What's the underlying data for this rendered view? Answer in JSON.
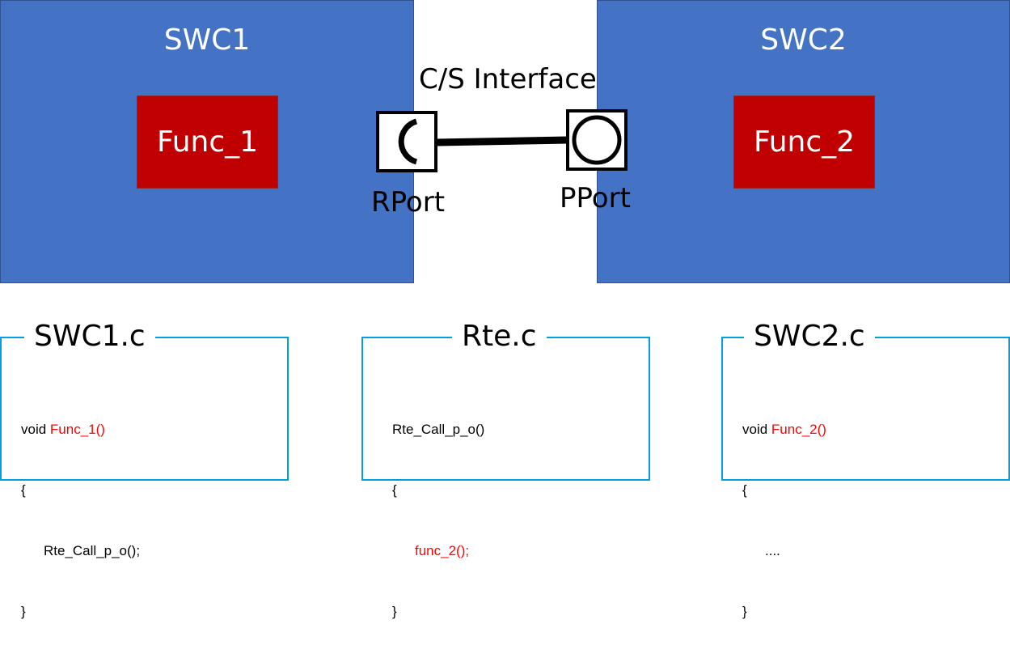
{
  "swc1": {
    "title": "SWC1",
    "func": "Func_1"
  },
  "swc2": {
    "title": "SWC2",
    "func": "Func_2"
  },
  "interface_label": "C/S Interface",
  "rport_label": "RPort",
  "pport_label": "PPort",
  "code_boxes": {
    "swc1": {
      "title": "SWC1.c",
      "l1_prefix": "void ",
      "l1_func": "Func_1()",
      "l2": "{",
      "l3": "Rte_Call_p_o();",
      "l4": "}"
    },
    "rte": {
      "title": "Rte.c",
      "l1": "Rte_Call_p_o()",
      "l2": "{",
      "l3": "func_2();",
      "l4": "}"
    },
    "swc2": {
      "title": "SWC2.c",
      "l1_prefix": "void ",
      "l1_func": "Func_2()",
      "l2": "{",
      "l3": "....",
      "l4": "}"
    }
  },
  "colors": {
    "swc_fill": "#4472c4",
    "func_fill": "#c00000",
    "highlight_text": "#ff0000",
    "code_box_border": "#00a0e0"
  }
}
